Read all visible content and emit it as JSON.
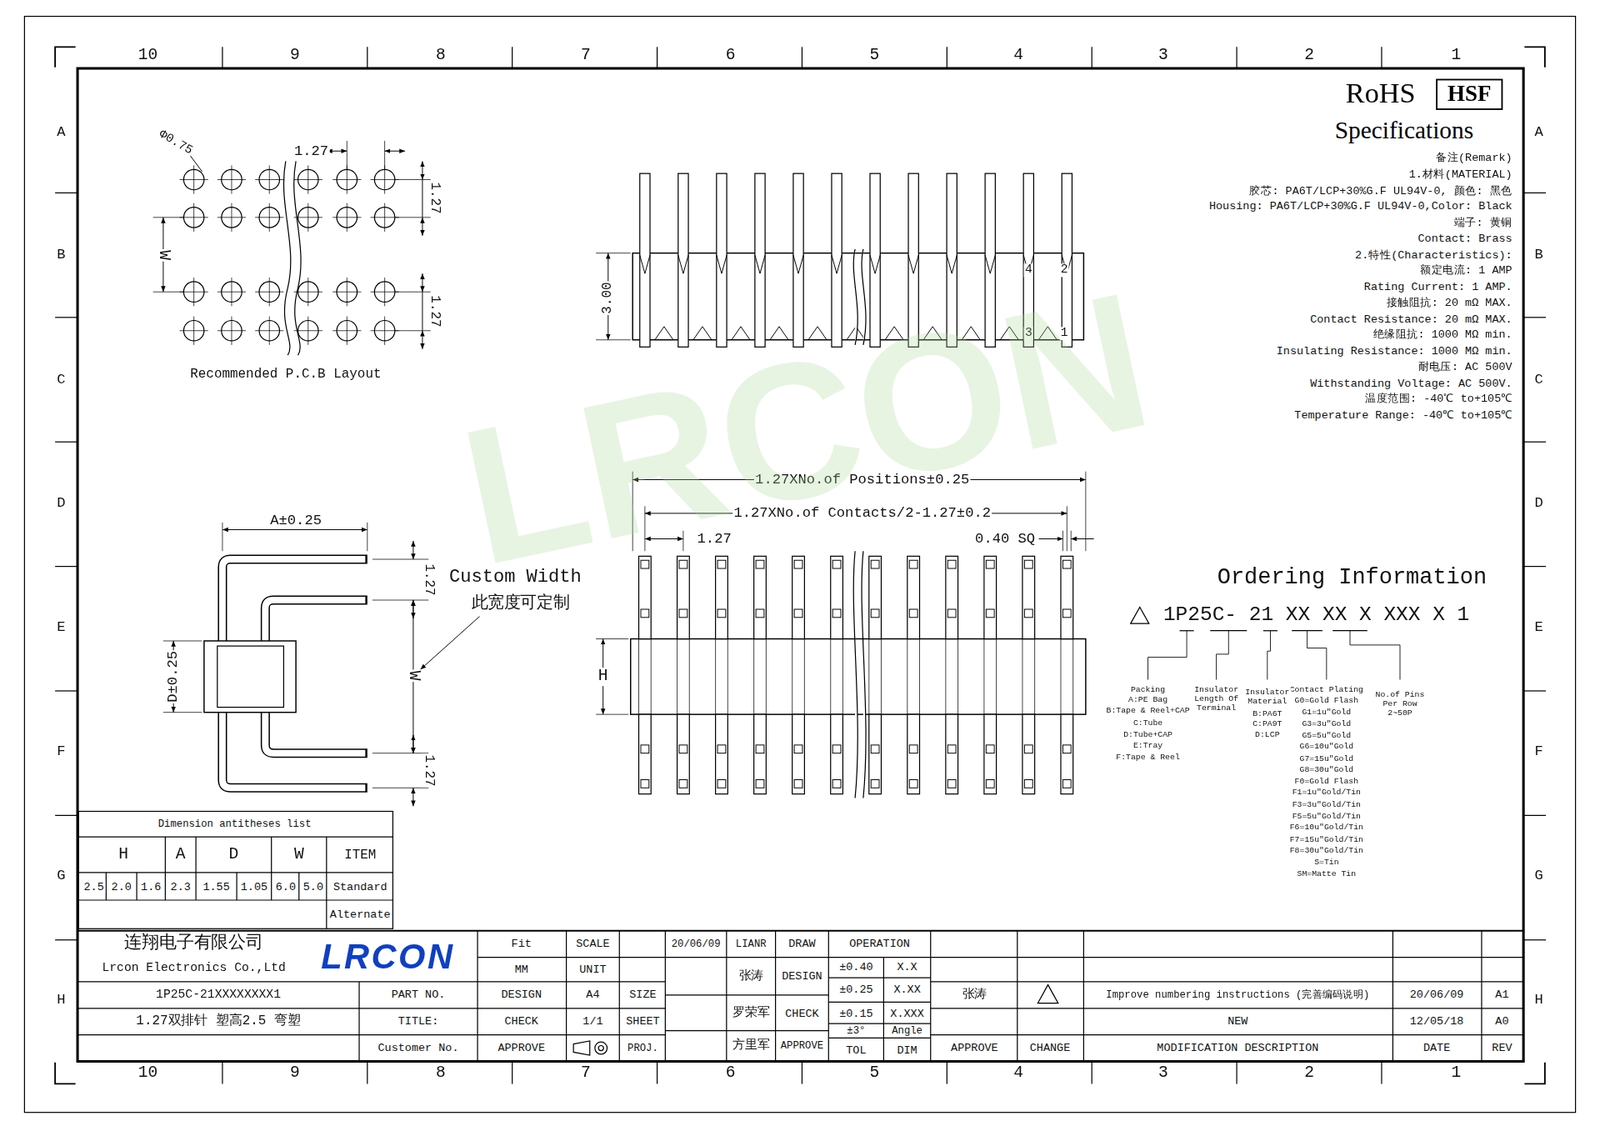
{
  "diagram": {
    "labels": [
      "10",
      "9",
      "8",
      "7",
      "6",
      "5",
      "4",
      "3",
      "2",
      "1",
      "10",
      "9",
      "8",
      "7",
      "6",
      "5",
      "4",
      "3",
      "2",
      "1",
      "A",
      "B",
      "C",
      "D",
      "E",
      "F",
      "G",
      "H",
      "A",
      "B",
      "C",
      "D",
      "E",
      "F",
      "G",
      "H",
      "HSF",
      "RoHS",
      "Specifications",
      "备注(Remark)",
      "1.材料(MATERIAL)",
      "胶芯: PA6T/LCP+30%G.F UL94V-0, 颜色: 黑色",
      "Housing: PA6T/LCP+30%G.F UL94V-0,Color: Black",
      "端子: 黄铜",
      "Contact: Brass",
      "2.特性(Characteristics):",
      "额定电流: 1 AMP",
      "Rating Current: 1 AMP.",
      "接触阻抗: 20 mΩ MAX.",
      "Contact Resistance: 20 mΩ MAX.",
      "绝缘阻抗: 1000 MΩ min.",
      "Insulating Resistance: 1000 MΩ min.",
      "耐电压: AC 500V",
      "Withstanding Voltage: AC 500V.",
      "温度范围: -40℃ to+105℃",
      "Temperature Range: -40℃ to+105℃",
      "Φ0.75",
      "1.27",
      "1.27",
      "W",
      "1.27",
      "Recommended P.C.B Layout",
      "3.00",
      "2",
      "4",
      "1",
      "3",
      "A±0.25",
      "1.27",
      "W",
      "1.27",
      "D±0.25",
      "Custom Width",
      "此宽度可定制",
      "1.27XNo.of Positions±0.25",
      "1.27XNo.of Contacts/2-1.27±0.2",
      "1.27",
      "0.40 SQ",
      "H",
      "Ordering Information",
      "1P25C- 21 XX XX X XXX X 1",
      "No.of Pins Per Row 2~50P",
      "Contact Plating",
      "G0=Gold Flash",
      "G1=1u\"Gold",
      "G3=3u\"Gold",
      "G5=5u\"Gold",
      "G6=10u\"Gold",
      "G7=15u\"Gold",
      "G8=30u\"Gold",
      "F0=Gold Flash",
      "F1=1u\"Gold/Tin",
      "F3=3u\"Gold/Tin",
      "F5=5u\"Gold/Tin",
      "F6=10u\"Gold/Tin",
      "F7=15u\"Gold/Tin",
      "F8=30u\"Gold/Tin",
      "S=Tin",
      "SM=Matte Tin",
      "Insulator Material",
      "B:PA6T",
      "C:PA9T",
      "D:LCP",
      "Insulator Length Of Terminal",
      "Packing",
      "A:PE Bag",
      "B:Tape & Reel+CAP",
      "C:Tube",
      "D:Tube+CAP",
      "E:Tray",
      "F:Tape & Reel",
      "Dimension antitheses list",
      "ITEM",
      "W",
      "D",
      "A",
      "H",
      "Standard",
      "5.0",
      "6.0",
      "1.05",
      "1.55",
      "2.3",
      "1.6",
      "2.0",
      "2.5",
      "Alternate",
      "LRCON",
      "连翔电子有限公司",
      "Lrcon Electronics Co.,Ltd",
      "1P25C-21XXXXXXXX1",
      "1.27双排针 塑高2.5 弯塑",
      "PART NO.",
      "TITLE:",
      "Customer No.",
      "Fit",
      "MM",
      "DESIGN",
      "CHECK",
      "APPROVE",
      "SCALE",
      "UNIT",
      "A4",
      "SIZE",
      "1/1",
      "SHEET",
      "PROJ.",
      "20/06/09",
      "LIANR",
      "DRAW",
      "张涛",
      "DESIGN",
      "罗荣军",
      "CHECK",
      "方里军",
      "APPROVE",
      "OPERATION",
      "±0.40",
      "X.X",
      "±0.25",
      "X.XX",
      "±0.15",
      "X.XXX",
      "±3°",
      "Angle",
      "TOL",
      "DIM",
      "张涛",
      "APPROVE",
      "CHANGE",
      "Improve numbering instructions (完善编码说明)",
      "NEW",
      "MODIFICATION DESCRIPTION",
      "20/06/09",
      "12/05/18",
      "DATE",
      "A1",
      "A0",
      "REV",
      "LRCON"
    ]
  }
}
